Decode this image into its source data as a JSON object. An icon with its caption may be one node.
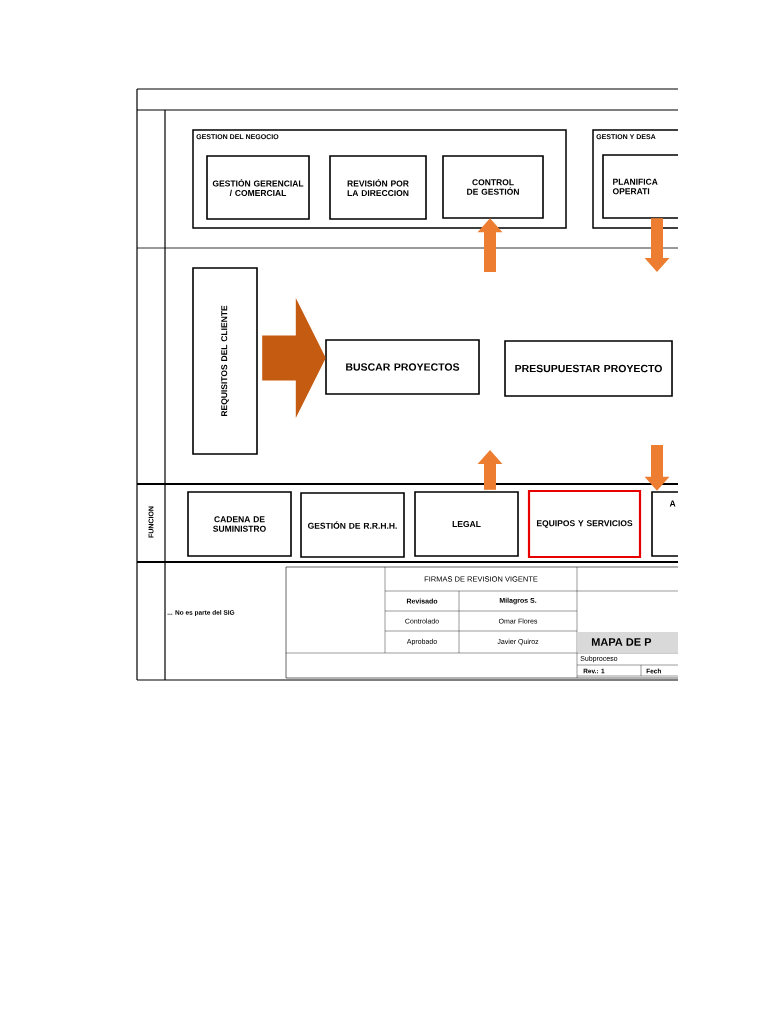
{
  "diagram": {
    "nodes": [
      {
        "text": [
          "GESTION DEL NEGOCIO"
        ]
      },
      {
        "text": [
          "GESTIÓN GERENCIAL / COMERCIAL"
        ],
        "in": 0
      },
      {
        "text": [
          "REVISIÓN POR LA DIRECCION"
        ],
        "in": 0
      },
      {
        "text": [
          "CONTROL DE GESTIÓN"
        ],
        "in": 0
      },
      {
        "text": [
          "GESTION Y DESA"
        ]
      },
      {
        "text": [
          "PLANIFICA OPERATI"
        ],
        "in": 4
      },
      {
        "text": [
          "REQUISITOS DEL CLIENTE"
        ]
      },
      {
        "text": [
          "BUSCAR PROYECTOS"
        ]
      },
      {
        "text": [
          "PRESUPUESTAR PROYECTO"
        ]
      },
      {
        "text": [
          "CADENA DE SUMINISTRO"
        ]
      },
      {
        "text": [
          "GESTIÓN DE R.R.H.H."
        ]
      },
      {
        "text": [
          "LEGAL"
        ]
      },
      {
        "text": [
          "EQUIPOS Y SERVICIOS"
        ]
      },
      {
        "text": [
          "A"
        ]
      }
    ],
    "edges": [
      {
        "from": 6,
        "to": 7,
        "arrow": "to",
        "style": "thick",
        "color": "#c55a11"
      },
      {
        "from": null,
        "to": 3,
        "arrow": "to"
      },
      {
        "from": 5,
        "to": null,
        "arrow": "to"
      },
      {
        "from": 11,
        "to": null,
        "arrow": "to"
      },
      {
        "from": null,
        "to": 13,
        "arrow": "to"
      }
    ],
    "labels": [
      "FUNCION",
      "... No es parte del SIG",
      "FIRMAS DE REVISION VIGENTE",
      "Revisado",
      "Milagros S.",
      "Controlado",
      "Omar Flores",
      "Aprobado",
      "Javier Quiroz",
      "MAPA DE P",
      "Subproceso",
      "Rev.: 1",
      "Fech"
    ]
  }
}
